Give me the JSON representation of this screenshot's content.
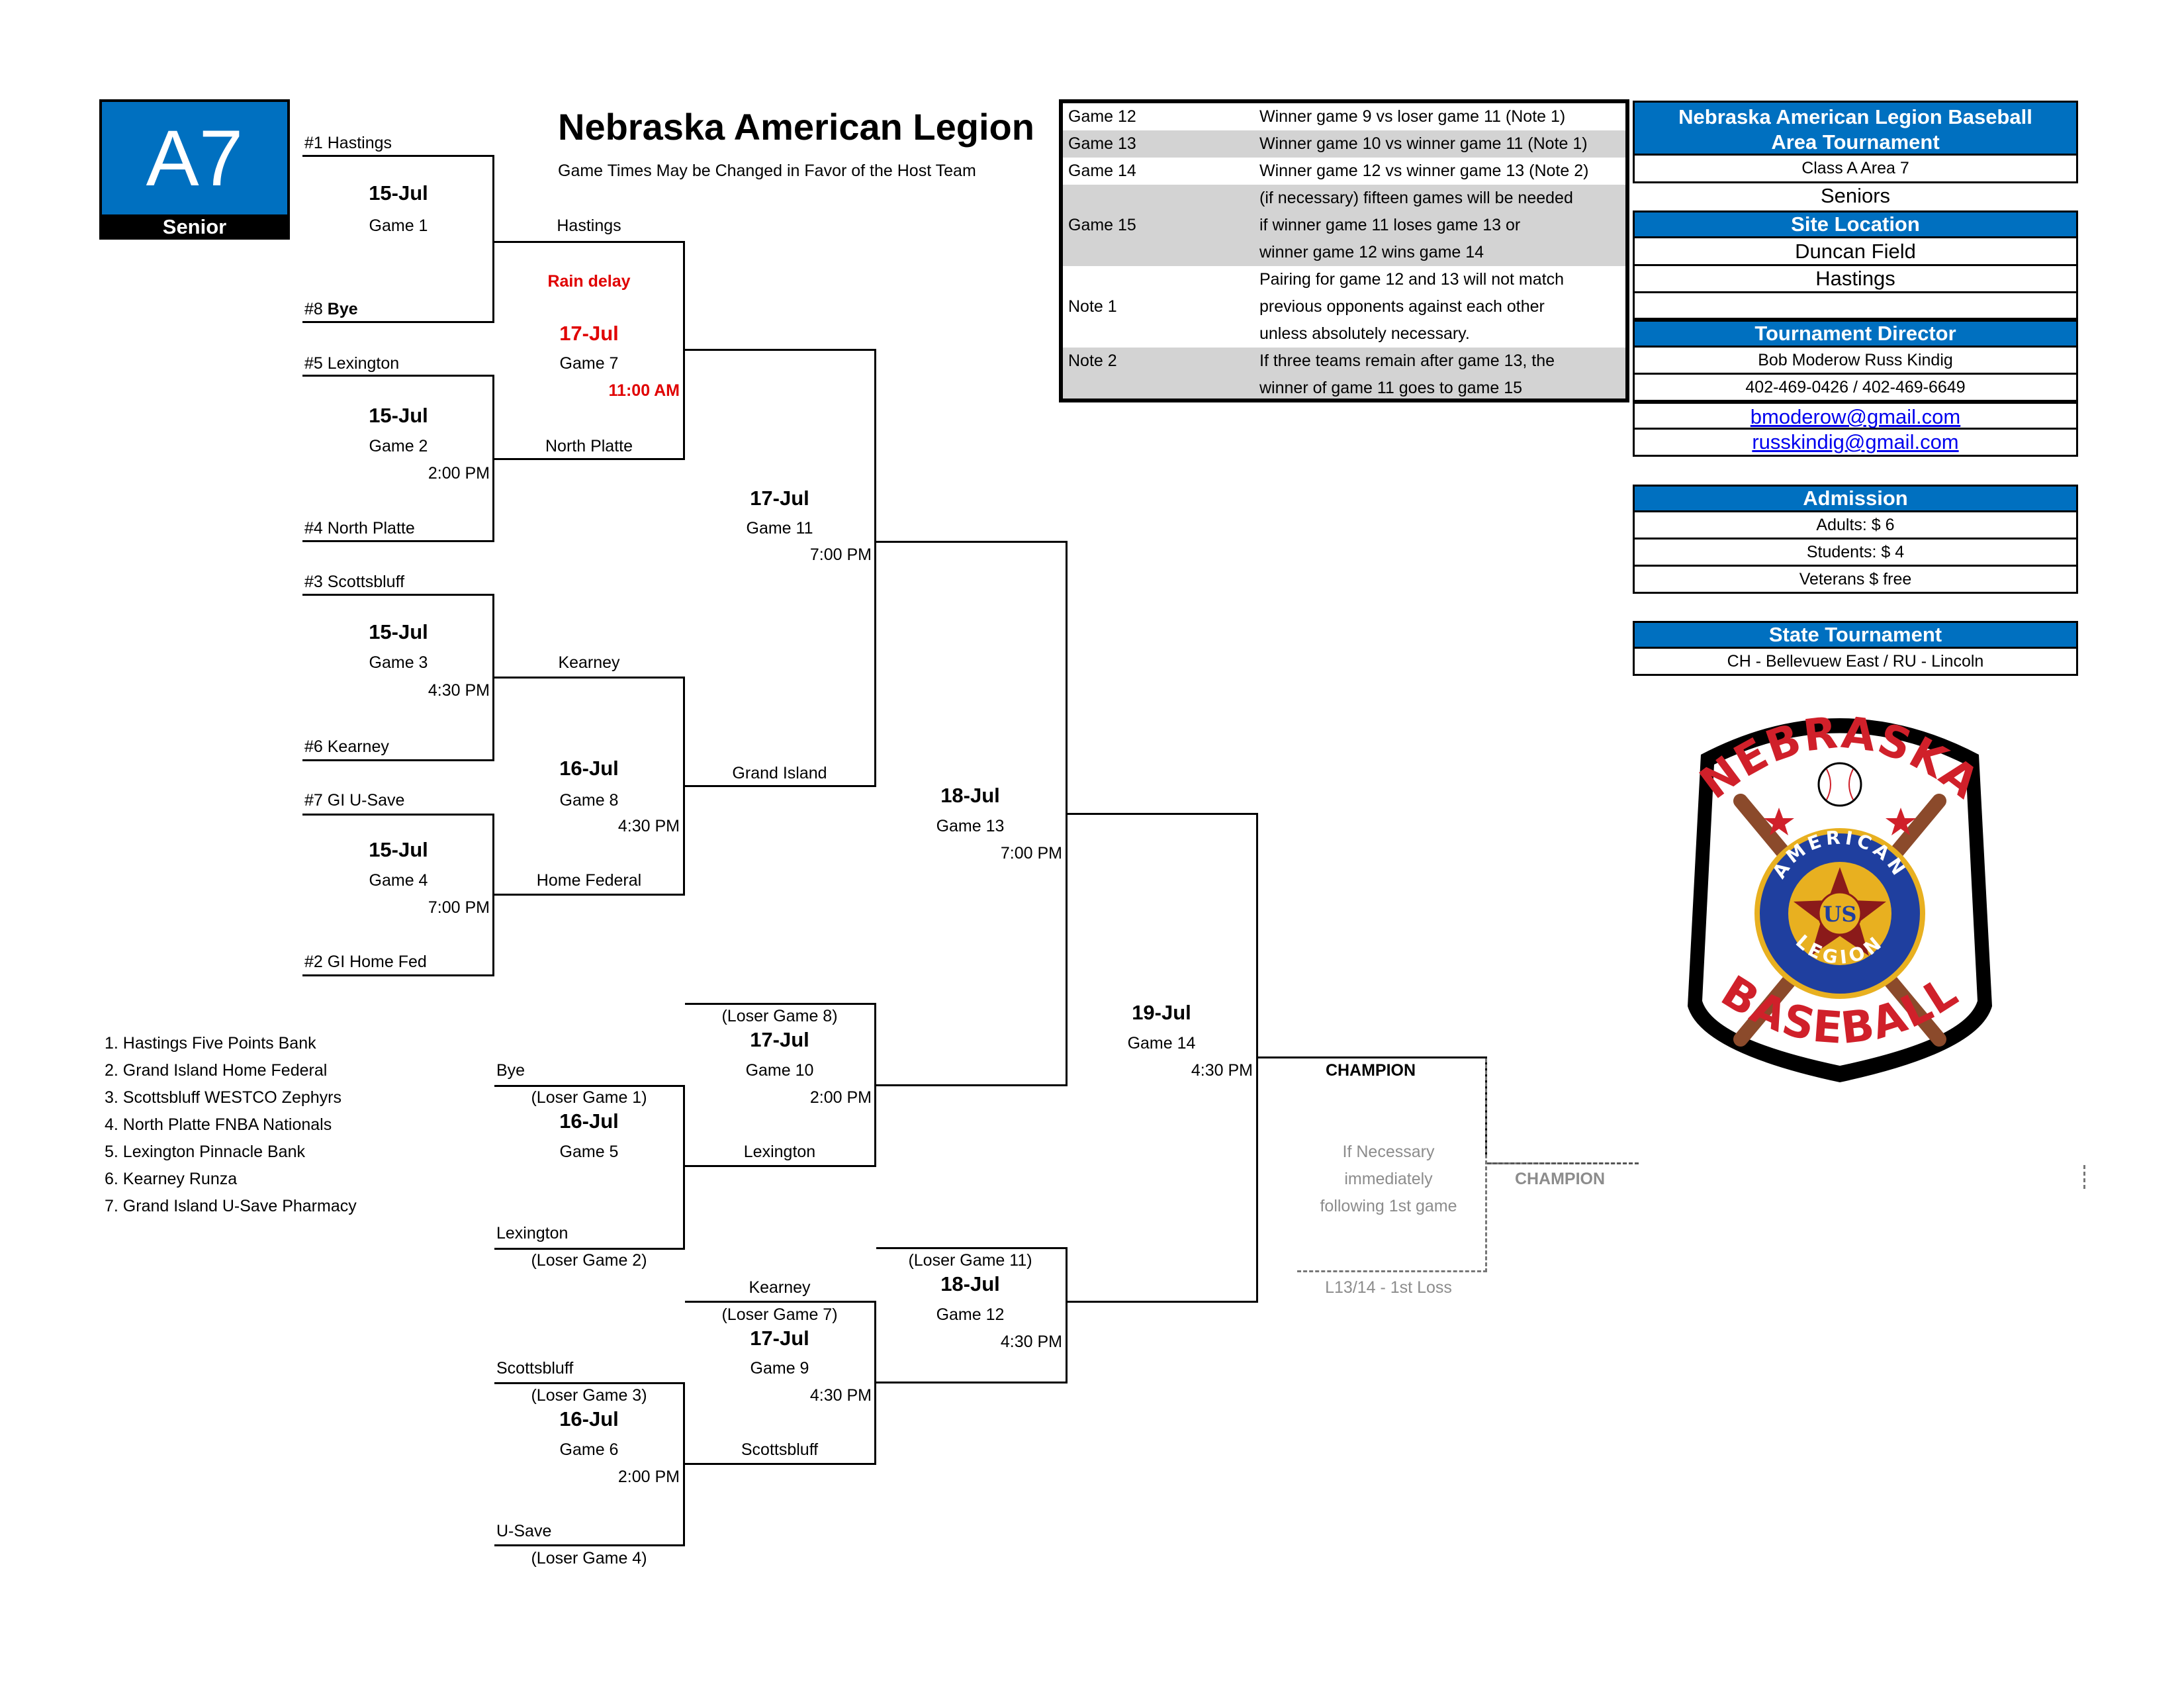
{
  "badge": {
    "code": "A7",
    "level": "Senior"
  },
  "header": {
    "title": "Nebraska American Legion",
    "subtitle": "Game Times May be Changed in Favor of the Host Team"
  },
  "winners": {
    "seed1": "#1 Hastings",
    "seed8_num": "#8 ",
    "seed8_name": "Bye",
    "seed5": "#5 Lexington",
    "seed4": "#4 North Platte",
    "seed3": "#3 Scottsbluff",
    "seed6": "#6 Kearney",
    "seed7": "#7 GI U-Save",
    "seed2": "#2 GI Home Fed",
    "g1_date": "15-Jul",
    "g1_label": "Game 1",
    "g1_winner": "Hastings",
    "rain_delay": "Rain delay",
    "g2_date": "15-Jul",
    "g2_label": "Game 2",
    "g2_time": "2:00 PM",
    "g2_winner": "North Platte",
    "g3_date": "15-Jul",
    "g3_label": "Game 3",
    "g3_time": "4:30 PM",
    "g3_winner": "Kearney",
    "g4_date": "15-Jul",
    "g4_label": "Game 4",
    "g4_time": "7:00 PM",
    "g4_winner": "Home Federal",
    "g7_date": "17-Jul",
    "g7_label": "Game 7",
    "g7_time": "11:00 AM",
    "g8_date": "16-Jul",
    "g8_label": "Game 8",
    "g8_time": "4:30 PM",
    "g8_winner": "Grand Island",
    "g11_date": "17-Jul",
    "g11_label": "Game 11",
    "g11_time": "7:00 PM",
    "g13_date": "18-Jul",
    "g13_label": "Game 13",
    "g13_time": "7:00 PM",
    "g14_date": "19-Jul",
    "g14_label": "Game 14",
    "g14_time": "4:30 PM",
    "champion": "CHAMPION"
  },
  "losers": {
    "l_g8": "(Loser Game 8)",
    "g10_date": "17-Jul",
    "g10_label": "Game 10",
    "g10_time": "2:00 PM",
    "bye": "Bye",
    "l_g1": "(Loser Game 1)",
    "g5_date": "16-Jul",
    "g5_label": "Game 5",
    "g5_winner": "Lexington",
    "lexington": "Lexington",
    "l_g2": "(Loser Game 2)",
    "l_g11": "(Loser Game 11)",
    "g12_date": "18-Jul",
    "g12_label": "Game 12",
    "g12_time": "4:30 PM",
    "kearney": "Kearney",
    "l_g7": "(Loser Game 7)",
    "g9_date": "17-Jul",
    "g9_label": "Game 9",
    "g9_time": "4:30 PM",
    "scottsbluff": "Scottsbluff",
    "l_g3": "(Loser Game 3)",
    "g6_date": "16-Jul",
    "g6_label": "Game 6",
    "g6_time": "2:00 PM",
    "g6_winner": "Scottsbluff",
    "usave": "U-Save",
    "l_g4": "(Loser Game 4)"
  },
  "if_necessary": {
    "line1": "If Necessary",
    "line2": "immediately",
    "line3": "following 1st game",
    "champion": "CHAMPION",
    "loss": "L13/14 - 1st Loss"
  },
  "sponsors": [
    "1. Hastings Five Points Bank",
    "2. Grand Island Home Federal",
    "3. Scottsbluff WESTCO Zephyrs",
    "4. North Platte FNBA Nationals",
    "5. Lexington Pinnacle Bank",
    "6. Kearney Runza",
    "7. Grand Island U-Save Pharmacy"
  ],
  "schedule_rows": [
    {
      "game": "Game 12",
      "desc": "Winner game 9 vs loser game 11 (Note 1)"
    },
    {
      "game": "Game 13",
      "desc": "Winner game 10 vs winner game 11 (Note 1)"
    },
    {
      "game": "Game 14",
      "desc": "Winner game 12 vs winner game 13 (Note 2)"
    },
    {
      "game": "Game 15",
      "desc1": "(if necessary) fifteen games will be needed",
      "desc2": "if winner game 11 loses game 13 or",
      "desc3": "winner game 12 wins game 14"
    },
    {
      "game": "Note 1",
      "desc1": "Pairing for game 12 and 13 will not match",
      "desc2": "previous opponents against each other",
      "desc3": "unless absolutely necessary."
    },
    {
      "game": "Note 2",
      "desc1": "If three teams remain after game 13, the",
      "desc2": "winner of game 11 goes to game 15"
    }
  ],
  "info": {
    "title1": "Nebraska American Legion Baseball",
    "title2": "Area Tournament",
    "class": "Class A Area 7",
    "level": "Seniors",
    "site_header": "Site Location",
    "site_name": "Duncan Field",
    "site_city": "Hastings",
    "director_header": "Tournament Director",
    "director_names": "Bob Moderow Russ Kindig",
    "director_phones": "402-469-0426 / 402-469-6649",
    "email1": "bmoderow@gmail.com",
    "email2": "russkindig@gmail.com",
    "admission_header": "Admission",
    "adults": "Adults: $ 6",
    "students": "Students: $ 4",
    "veterans": "Veterans $ free",
    "state_header": "State Tournament",
    "state_sites": "CH - Bellevuew East / RU - Lincoln"
  },
  "logo": {
    "top": "NEBRASKA",
    "ring": "AMERICAN LEGION",
    "center": "US",
    "bottom": "BASEBALL",
    "colors": {
      "red": "#d0202a",
      "blue": "#1f3f9f",
      "gold": "#e8b020",
      "brown": "#8b4a2b"
    }
  }
}
